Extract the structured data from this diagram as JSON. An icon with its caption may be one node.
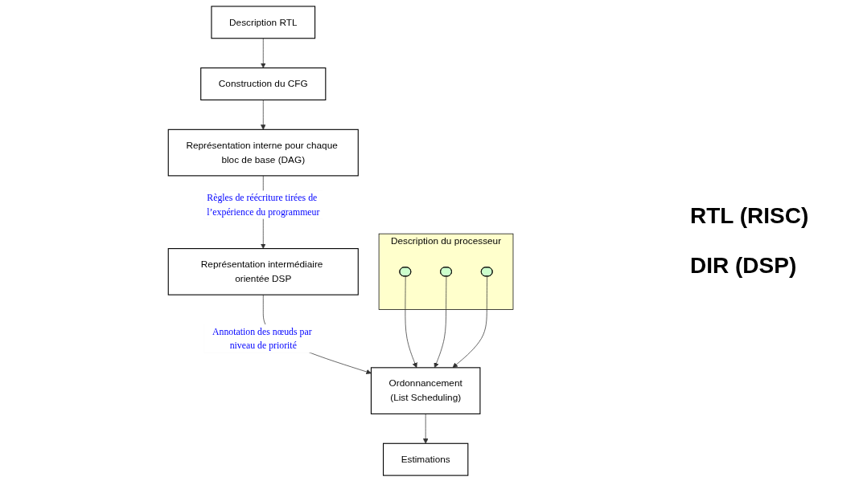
{
  "diagram": {
    "nodes": [
      {
        "text": [
          "Description RTL"
        ]
      },
      {
        "text": [
          "Construction du CFG"
        ]
      },
      {
        "text": [
          "Représentation interne pour chaque bloc de base (DAG)"
        ]
      },
      {
        "text": [
          "Représentation intermédiaire orientée DSP"
        ]
      },
      {
        "text": [
          "Ordonnancement",
          "(List Scheduling)"
        ]
      },
      {
        "text": [
          "Estimations"
        ]
      },
      {
        "text": [
          "Description du processeur"
        ]
      },
      {
        "text": [],
        "shape": "ellipse",
        "in": 6
      },
      {
        "text": [],
        "shape": "ellipse",
        "in": 6
      },
      {
        "text": [],
        "shape": "ellipse",
        "in": 6
      }
    ],
    "edges": [
      {
        "from": 0,
        "to": 1,
        "arrow": "to"
      },
      {
        "from": 1,
        "to": 2,
        "arrow": "to"
      },
      {
        "from": 2,
        "to": 3,
        "arrow": "to",
        "label": "Règles de réécriture tirées de l’expérience du programmeur"
      },
      {
        "from": 3,
        "to": 4,
        "arrow": "to",
        "label": "Annotation des nœuds par niveau de priorité"
      },
      {
        "from": 4,
        "to": 5,
        "arrow": "to"
      },
      {
        "from": 7,
        "to": 4,
        "arrow": "to"
      },
      {
        "from": 8,
        "to": 4,
        "arrow": "to"
      },
      {
        "from": 9,
        "to": 4,
        "arrow": "to"
      }
    ],
    "labels": [
      "RTL (RISC)",
      "DIR (DSP)"
    ]
  }
}
